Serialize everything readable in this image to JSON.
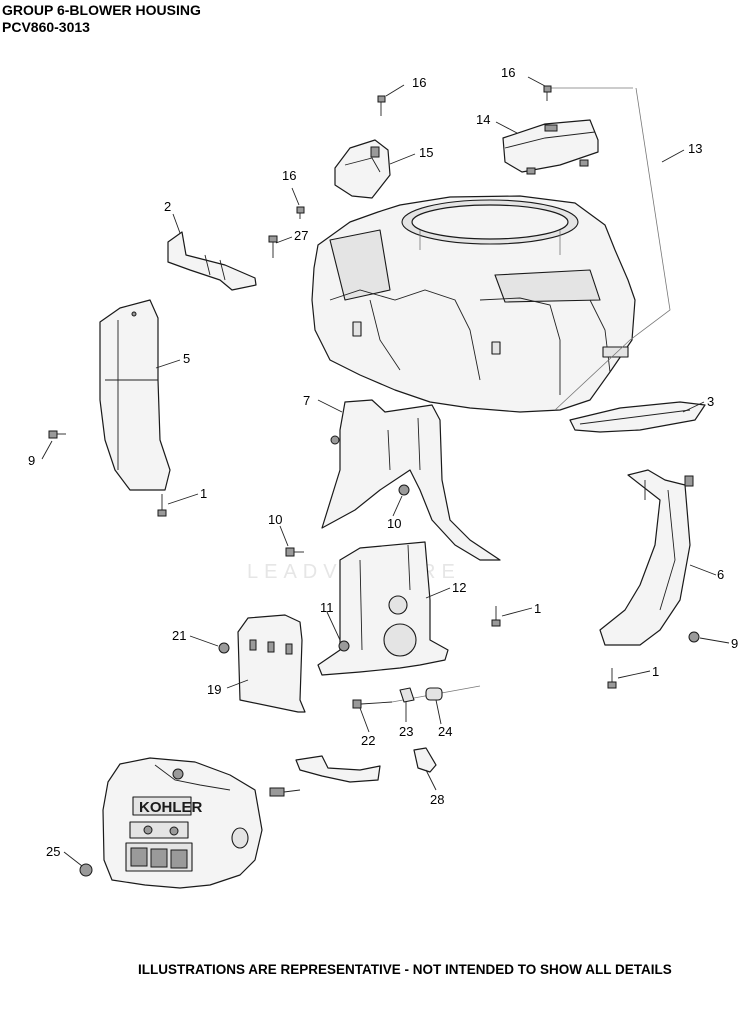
{
  "header": {
    "group_title": "GROUP 6-BLOWER HOUSING",
    "model": "PCV860-3013"
  },
  "footer": {
    "note": "ILLUSTRATIONS ARE REPRESENTATIVE - NOT INTENDED TO SHOW ALL DETAILS"
  },
  "watermark": "LEADVENTURE",
  "logo": "KOHLER",
  "callouts": [
    "16",
    "16",
    "14",
    "15",
    "13",
    "16",
    "2",
    "27",
    "5",
    "9",
    "7",
    "3",
    "1",
    "10",
    "10",
    "12",
    "6",
    "11",
    "1",
    "21",
    "9",
    "1",
    "19",
    "22",
    "23",
    "24",
    "28",
    "25"
  ]
}
